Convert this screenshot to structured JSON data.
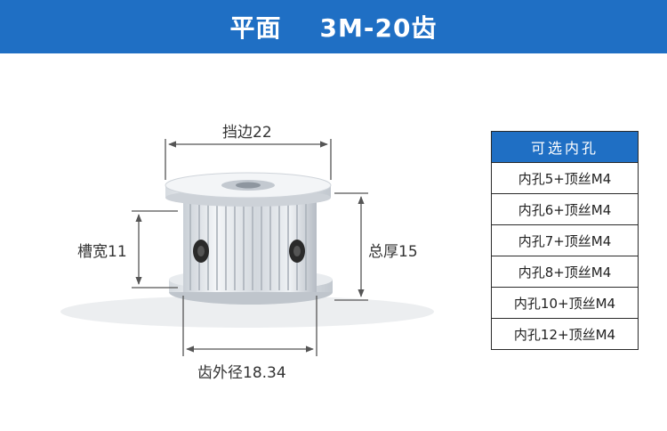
{
  "header": {
    "title": "平面    3M-20齿"
  },
  "dimensions": {
    "flange_width": "挡边22",
    "groove_width": "槽宽11",
    "total_thickness": "总厚15",
    "tooth_outer_diameter": "齿外径18.34"
  },
  "bore_table": {
    "header": "可选内孔",
    "rows": [
      "内孔5+顶丝M4",
      "内孔6+顶丝M4",
      "内孔7+顶丝M4",
      "内孔8+顶丝M4",
      "内孔10+顶丝M4",
      "内孔12+顶丝M4"
    ]
  },
  "colors": {
    "banner": "#1f6fc4",
    "table_header": "#1f6fc4"
  }
}
